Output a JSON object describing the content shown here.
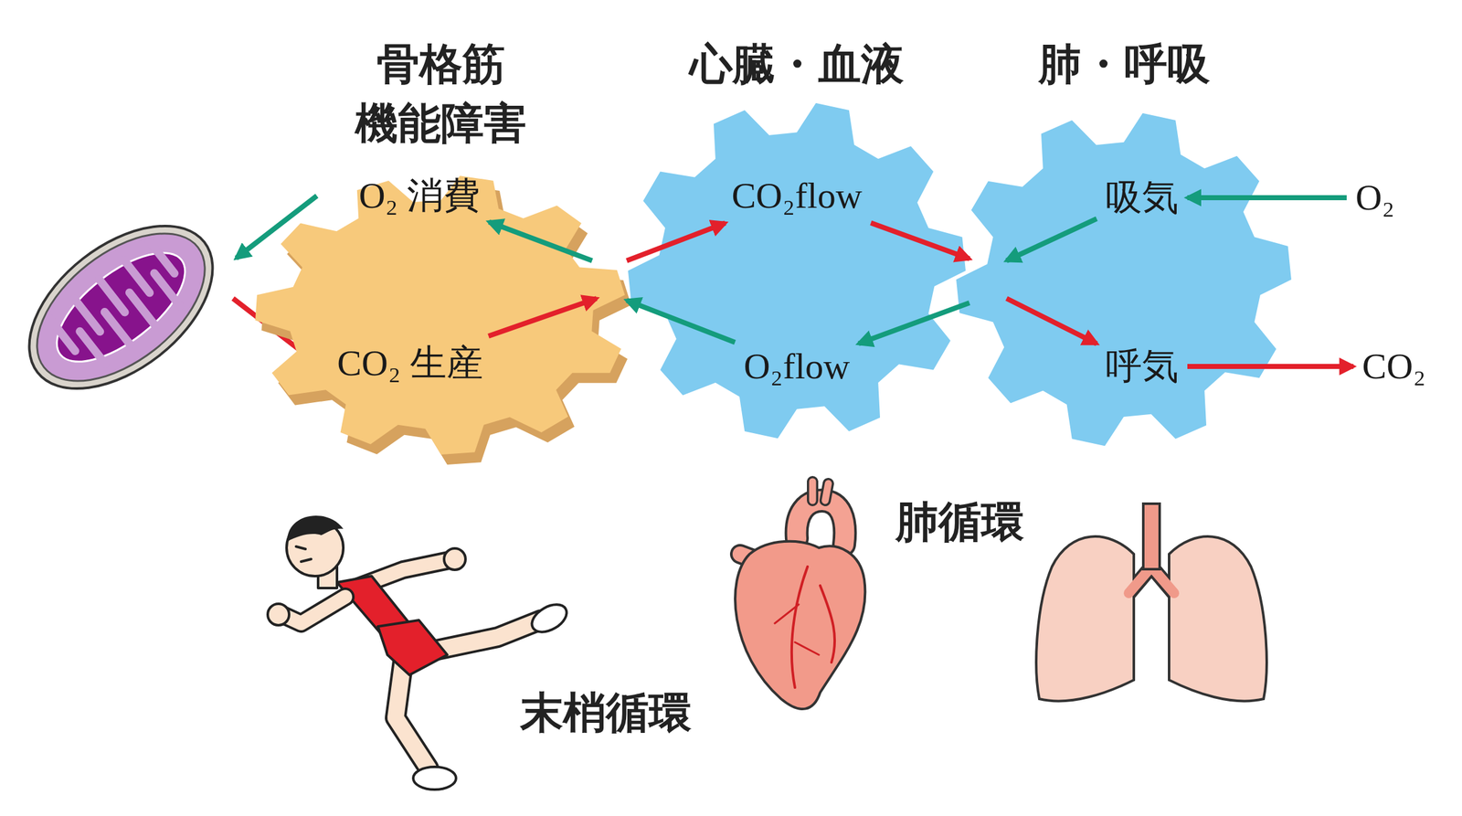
{
  "diagram": {
    "nodes": [
      {
        "text": [
          "骨格筋 機能障害"
        ]
      },
      {
        "text": [
          "O₂ 消費"
        ],
        "in": 0
      },
      {
        "text": [
          "CO₂ 生産"
        ],
        "in": 0
      },
      {
        "text": [
          "心臓・血液"
        ]
      },
      {
        "text": [
          "CO₂flow"
        ],
        "in": 3
      },
      {
        "text": [
          "O₂flow"
        ],
        "in": 3
      },
      {
        "text": [
          "肺・呼吸"
        ]
      },
      {
        "text": [
          "吸気"
        ],
        "in": 6
      },
      {
        "text": [
          "呼気"
        ],
        "in": 6
      },
      {
        "text": [
          "O₂"
        ]
      },
      {
        "text": [
          "CO₂"
        ]
      }
    ],
    "edges": [
      {
        "from": 2,
        "to": 4,
        "arrow": "to"
      },
      {
        "from": 5,
        "to": 1,
        "arrow": "to"
      },
      {
        "from": 4,
        "to": 8,
        "arrow": "to"
      },
      {
        "from": 7,
        "to": 5,
        "arrow": "to"
      },
      {
        "from": 9,
        "to": 7,
        "arrow": "to"
      },
      {
        "from": 8,
        "to": 10,
        "arrow": "to"
      }
    ],
    "labels": [
      "肺循環",
      "末梢循環"
    ]
  }
}
